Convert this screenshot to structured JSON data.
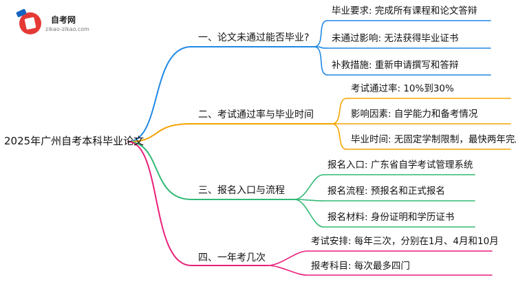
{
  "logo": {
    "name": "自考网",
    "url": "zikao-zikao.com"
  },
  "root": {
    "label": "2025年广州自考本科毕业论文"
  },
  "branches": [
    {
      "label": "一、论文未通过能否毕业?",
      "color": "#1e88e5",
      "children": [
        "毕业要求: 完成所有课程和论文答辩",
        "未通过影响: 无法获得毕业证书",
        "补救措施: 重新申请撰写和答辩"
      ]
    },
    {
      "label": "二、考试通过率与毕业时间",
      "color": "#f5a300",
      "children": [
        "考试通过率: 10%到30%",
        "影响因素: 自学能力和备考情况",
        "毕业时间: 无固定学制限制，最快两年完成"
      ]
    },
    {
      "label": "三、报名入口与流程",
      "color": "#2eb872",
      "children": [
        "报名入口: 广东省自学考试管理系统",
        "报名流程: 预报名和正式报名",
        "报名材料: 身份证明和学历证书"
      ]
    },
    {
      "label": "四、一年考几次",
      "color": "#e91e78",
      "children": [
        "考试安排: 每年三次，分别在1月、4月和10月",
        "报考科目: 每次最多四门"
      ]
    }
  ]
}
